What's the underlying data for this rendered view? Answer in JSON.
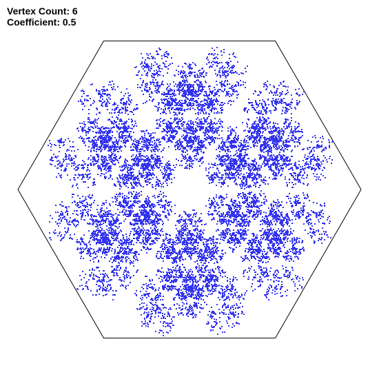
{
  "info": {
    "vertex_label": "Vertex Count:",
    "vertex_count": "6",
    "coefficient_label": "Coefficient:",
    "coefficient": "0.5"
  },
  "params": {
    "vertex_count": 6,
    "coefficient": 0.5
  },
  "colors": {
    "fractal": "#3333ee",
    "outline": "#000000",
    "background": "#ffffff"
  }
}
